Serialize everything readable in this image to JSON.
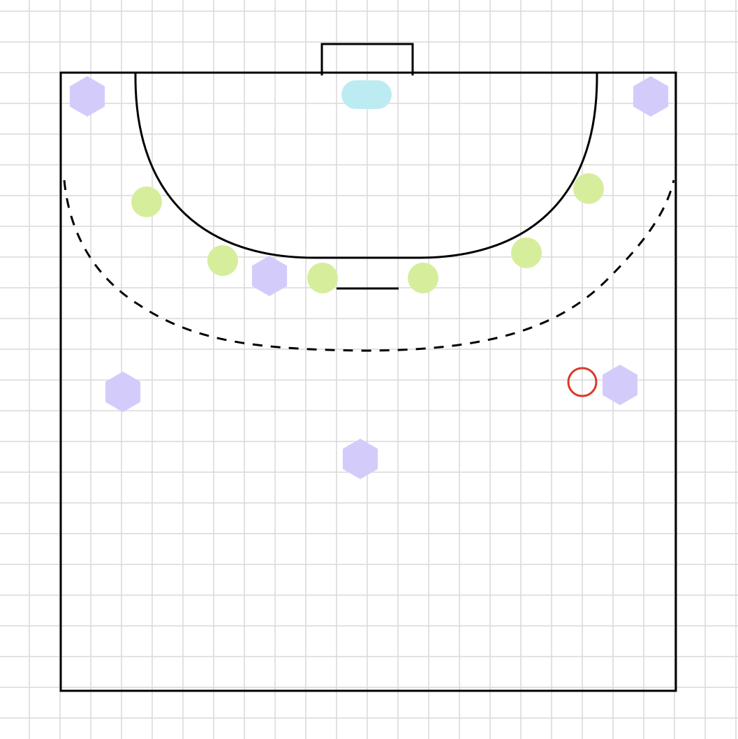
{
  "diagram": {
    "kind": "handball half-court play diagram",
    "colors": {
      "grid": "#d9d9d9",
      "lines": "#000000",
      "attacker": "#d3ccfb",
      "defender": "#d6ee9c",
      "goalkeeper": "#bdebf2",
      "ball_marker": "#d93a2b"
    },
    "legend_counts": {
      "attackers_hexagon": 6,
      "defenders_circle": 6,
      "goalkeeper": 1,
      "ball_marker": 1
    }
  }
}
